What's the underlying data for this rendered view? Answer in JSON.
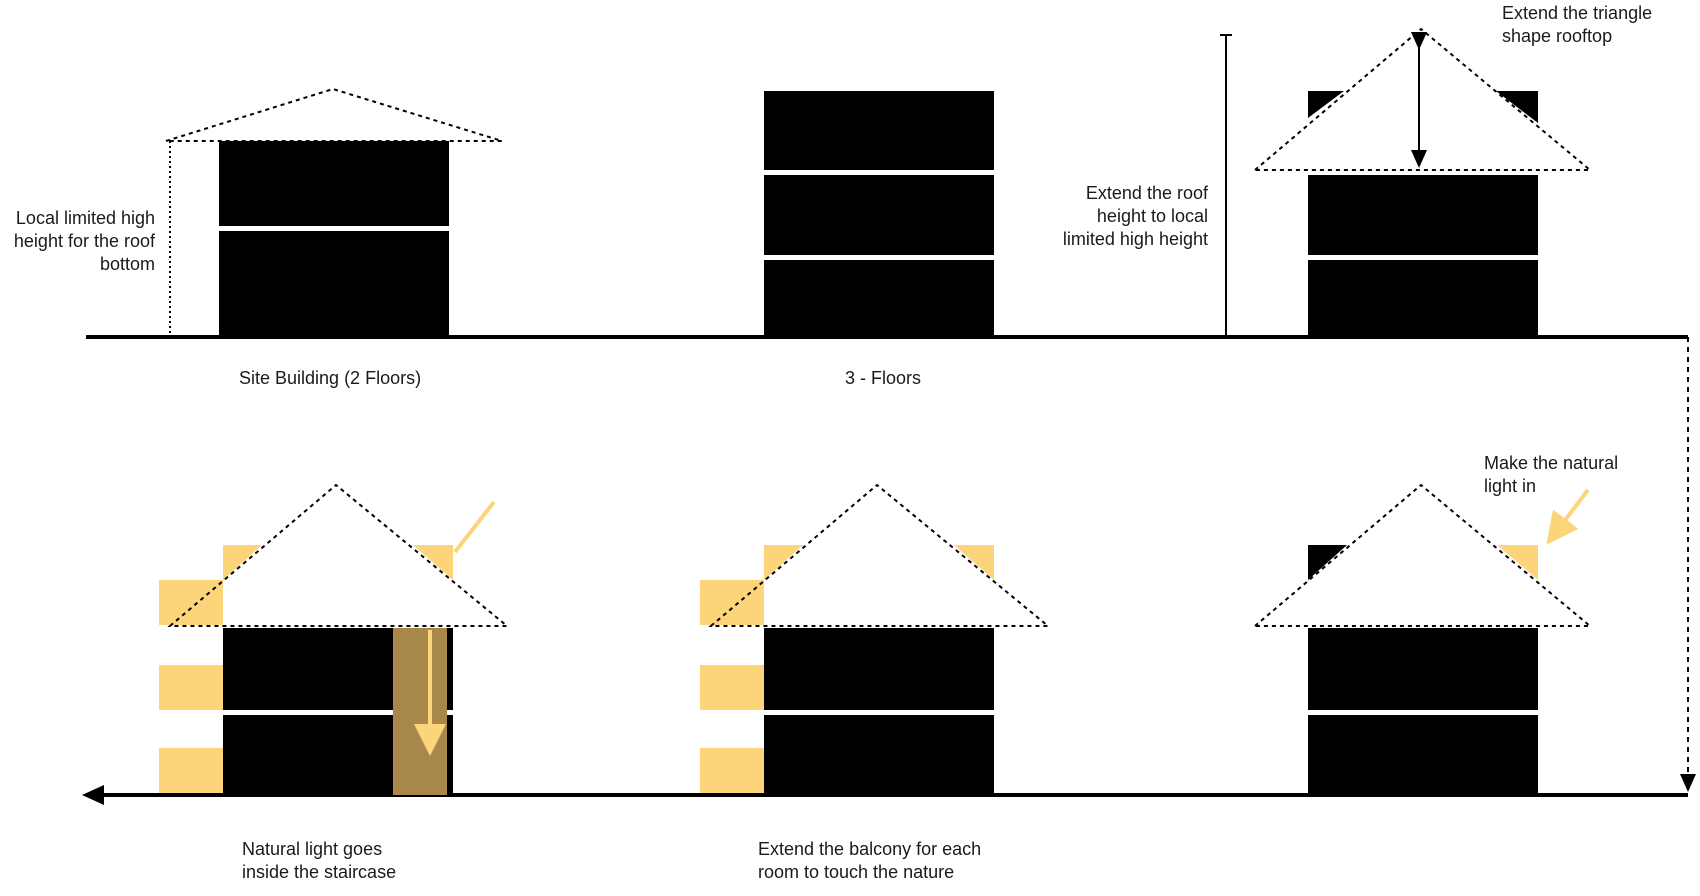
{
  "labels": {
    "local_limit": [
      "Local limited high",
      "height for the roof",
      "bottom"
    ],
    "site_building": "Site Building (2 Floors)",
    "three_floors": "3 - Floors",
    "extend_roof_height": [
      "Extend the roof",
      "height to local",
      "limited high height"
    ],
    "extend_triangle": [
      "Extend the triangle",
      "shape rooftop"
    ],
    "natural_light_in": [
      "Make the natural",
      "light in"
    ],
    "light_staircase": [
      "Natural light goes",
      "inside the staircase"
    ],
    "extend_balcony": [
      "Extend the balcony for each",
      "room to touch the nature"
    ]
  },
  "colors": {
    "building": "#000000",
    "balcony": "#fcd57a",
    "staircase": "#a8884a",
    "light_arrow": "#fcd57a",
    "ground": "#000000"
  }
}
